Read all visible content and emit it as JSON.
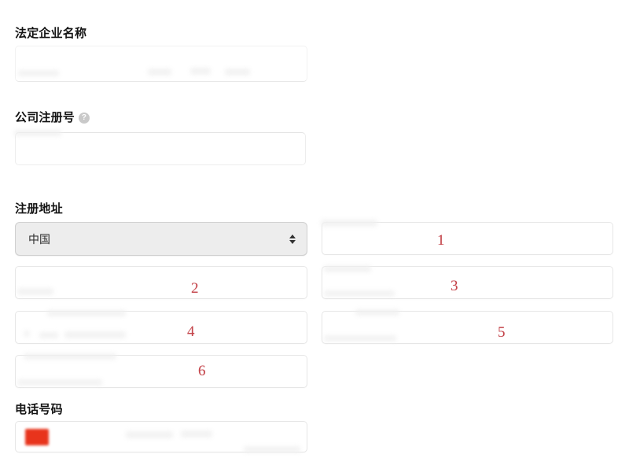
{
  "form": {
    "fields": [
      {
        "key": "legal_business_name",
        "label": "法定企业名称",
        "value": "",
        "placeholder": ""
      },
      {
        "key": "company_registration_number",
        "label": "公司注册号",
        "value": "",
        "placeholder": "",
        "help_icon": "question-mark-circle-icon"
      },
      {
        "key": "registered_address",
        "label": "注册地址",
        "value": "",
        "placeholder": ""
      },
      {
        "key": "phone_number",
        "label": "电话号码",
        "value": "",
        "placeholder": ""
      }
    ],
    "country_select": {
      "selected": "中国",
      "icon": "updown-chevron-icon"
    },
    "phone": {
      "flag": "china-flag-icon",
      "flag_color": "#e8341c"
    }
  },
  "annotations": {
    "color": "#c4444a",
    "markers": [
      {
        "id": "1",
        "target": "address-line-1"
      },
      {
        "id": "2",
        "target": "address-line-2"
      },
      {
        "id": "3",
        "target": "address-line-3"
      },
      {
        "id": "4",
        "target": "address-line-4"
      },
      {
        "id": "5",
        "target": "address-line-5"
      },
      {
        "id": "6",
        "target": "address-line-6"
      }
    ]
  }
}
